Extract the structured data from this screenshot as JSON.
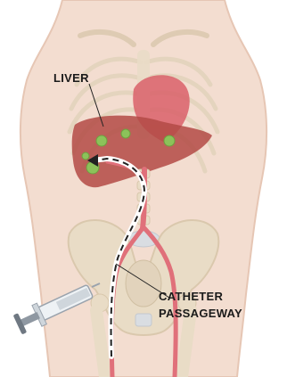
{
  "labels": {
    "liver": "LIVER",
    "catheter_line1": "CATHETER",
    "catheter_line2": "PASSAGEWAY"
  },
  "colors": {
    "skin": "#f3ddd0",
    "skin_shadow": "#e6c6b4",
    "bone": "#e9dcc6",
    "bone_edge": "#d8c7ab",
    "liver": "#b34a45",
    "heart": "#d9606a",
    "tumor": "#8cc25a",
    "artery": "#e0707a",
    "catheter": "#ffffff",
    "text": "#1a1a1a"
  }
}
